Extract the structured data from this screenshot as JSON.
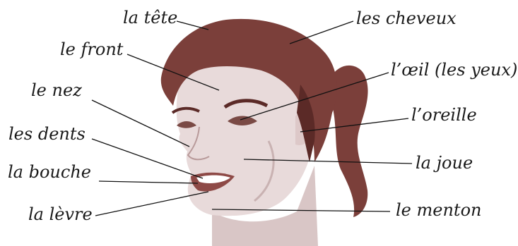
{
  "labels": {
    "tete": "la tête",
    "cheveux": "les cheveux",
    "front": "le front",
    "oeil": "l’œil (les yeux)",
    "nez": "le nez",
    "oreille": "l’oreille",
    "dents": "les dents",
    "joue": "la joue",
    "bouche": "la bouche",
    "levre": "la lèvre",
    "menton": "le menton"
  },
  "colors": {
    "hair": "#7b3f3a",
    "hair_dark": "#5b2a27",
    "skin": "#e8dada",
    "skin_shadow": "#c9b2b2",
    "lips": "#8e4a47",
    "leader": "#111111"
  }
}
